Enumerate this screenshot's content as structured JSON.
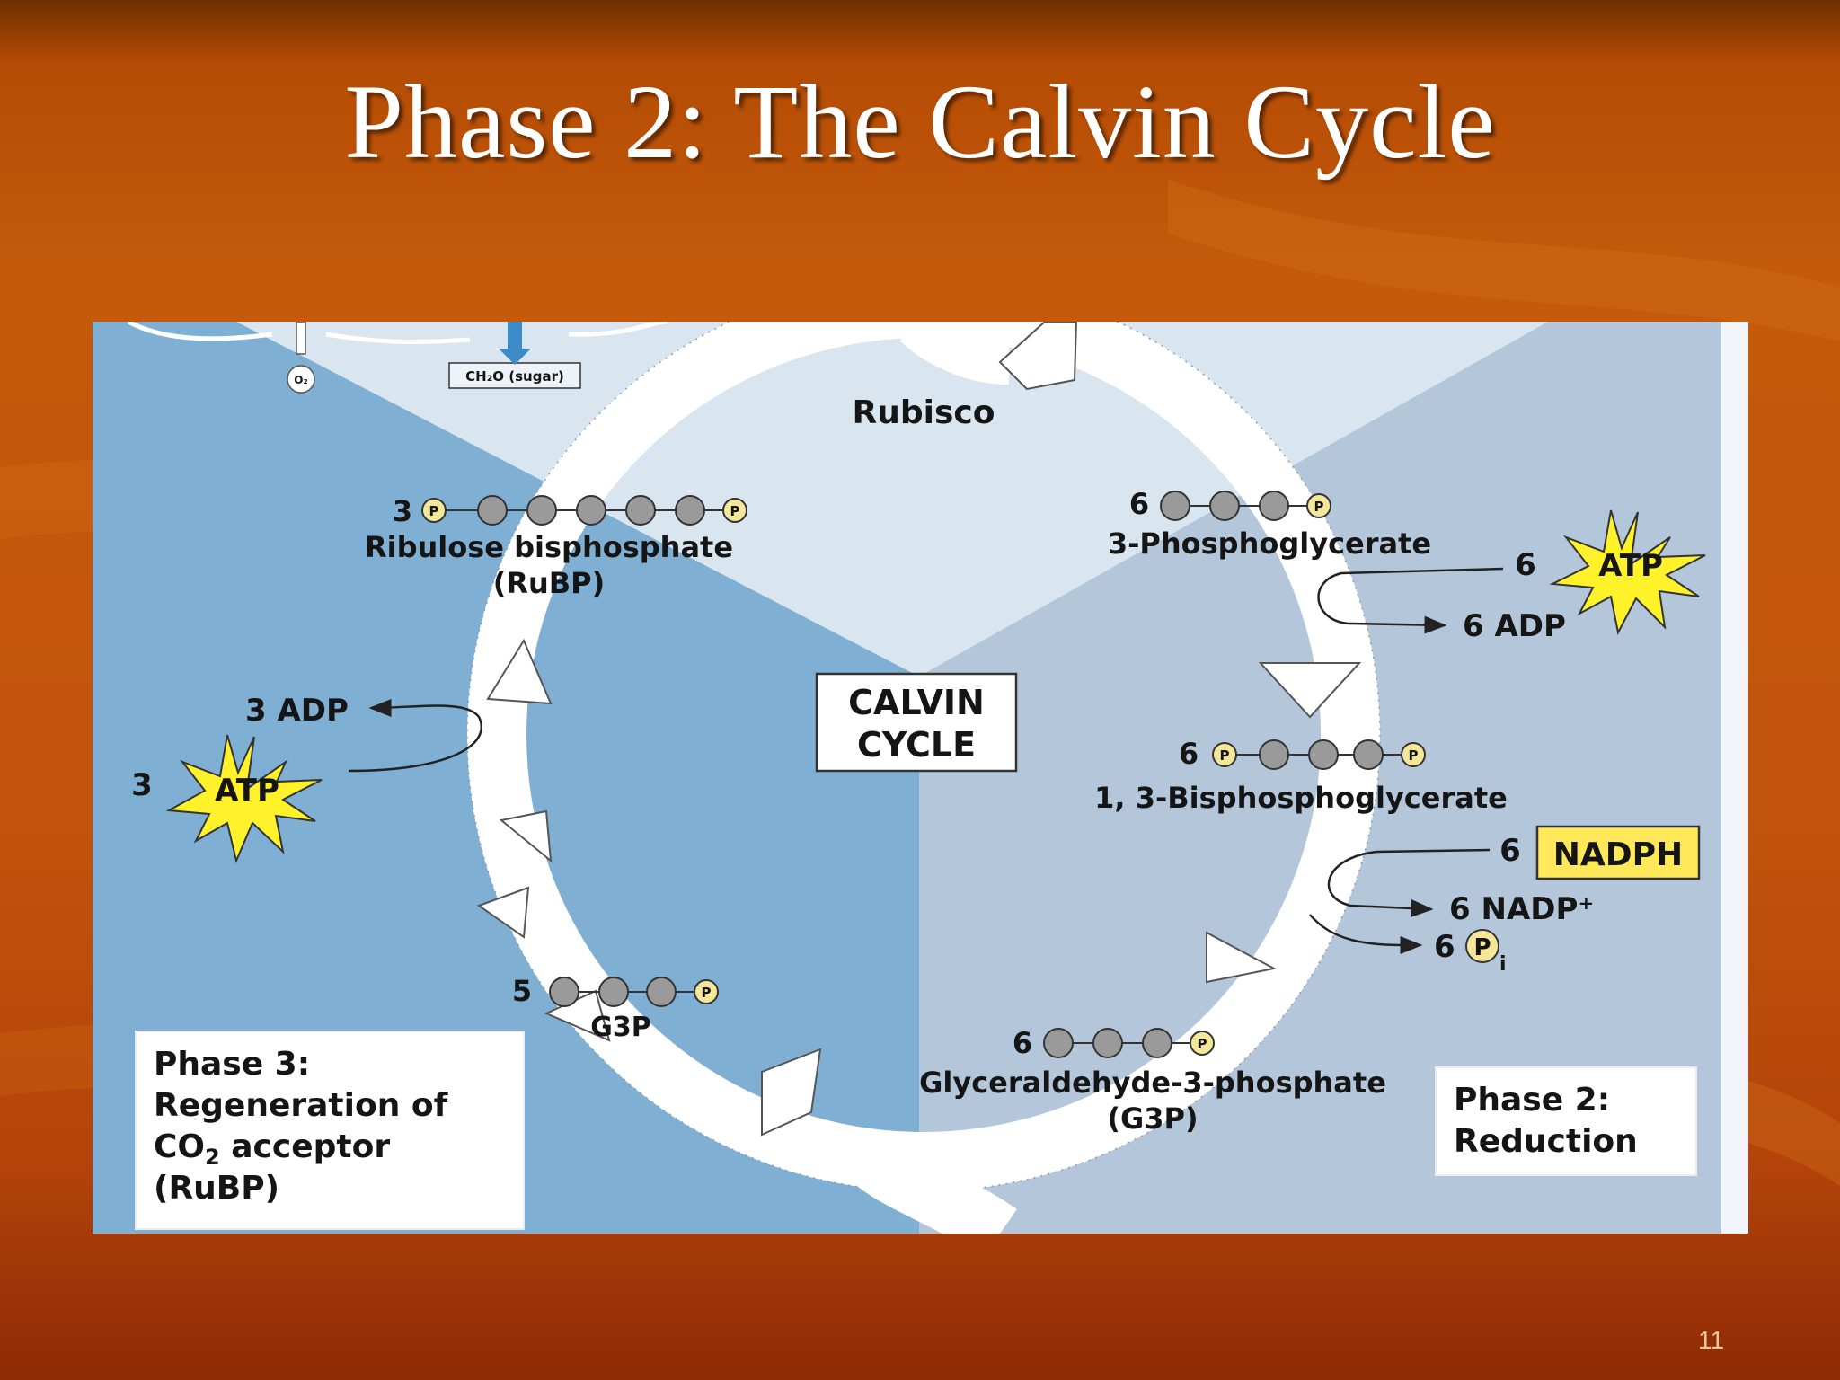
{
  "slide": {
    "title": "Phase 2: The Calvin Cycle",
    "number": "11"
  },
  "colors": {
    "phase3_bg": "#7fb0d3",
    "phase1_bg": "#d9e6f0",
    "phase2_bg": "#b3c6da",
    "atp_star": "#fff12a",
    "nadph_box": "#ffe95a",
    "slide_bg": "#c2540b"
  },
  "top_products": {
    "oxygen": "O₂",
    "sugar": "CH₂O (sugar)"
  },
  "enzyme": "Rubisco",
  "center_label": {
    "line1": "CALVIN",
    "line2": "CYCLE"
  },
  "molecules": {
    "rubp": {
      "count": "3",
      "name": "Ribulose bisphosphate",
      "abbr": "(RuBP)"
    },
    "pga": {
      "count": "6",
      "name": "3-Phosphoglycerate"
    },
    "bpg": {
      "count": "6",
      "name": "1, 3-Bisphosphoglycerate"
    },
    "g3p": {
      "count": "6",
      "name": "Glyceraldehyde-3-phosphate",
      "abbr": "(G3P)"
    },
    "g3p_recycle": {
      "count": "5",
      "name": "G3P"
    }
  },
  "phosphate_glyph": "P",
  "energy": {
    "atp_in_right": {
      "count": "6",
      "label": "ATP"
    },
    "adp_out_right": "6 ADP",
    "nadph_in": {
      "count": "6",
      "label": "NADPH"
    },
    "nadp_out": "6 NADP⁺",
    "pi_out": {
      "count": "6",
      "glyph": "P",
      "sub": "i"
    },
    "atp_in_left": {
      "count": "3",
      "label": "ATP"
    },
    "adp_out_left": "3 ADP"
  },
  "phase_boxes": {
    "phase3": {
      "line1": "Phase 3:",
      "line2": "Regeneration of",
      "line3a": "CO",
      "line3sub": "2",
      "line3b": " acceptor",
      "line4": "(RuBP)"
    },
    "phase2": {
      "line1": "Phase 2:",
      "line2": "Reduction"
    }
  }
}
